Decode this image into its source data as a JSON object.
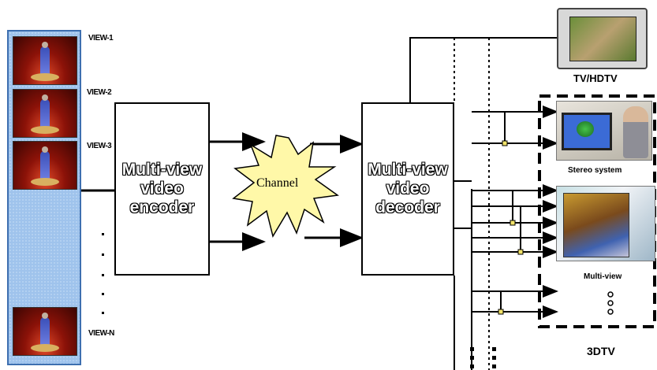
{
  "views": {
    "view1": "VIEW-1",
    "view2": "VIEW-2",
    "view3": "VIEW-3",
    "viewN": "VIEW-N"
  },
  "encoder": {
    "label": "Multi-view\nvideo\nencoder"
  },
  "channel": {
    "label": "Channel"
  },
  "decoder": {
    "label": "Multi-view\nvideo\ndecoder"
  },
  "displays": {
    "tv": "TV/HDTV",
    "stereo": "Stereo system",
    "multiview": "Multi-view",
    "group": "3DTV"
  },
  "colors": {
    "strip": "#9fc3ec",
    "strip_border": "#3d6fb0",
    "channel_fill": "#fff8a8"
  }
}
